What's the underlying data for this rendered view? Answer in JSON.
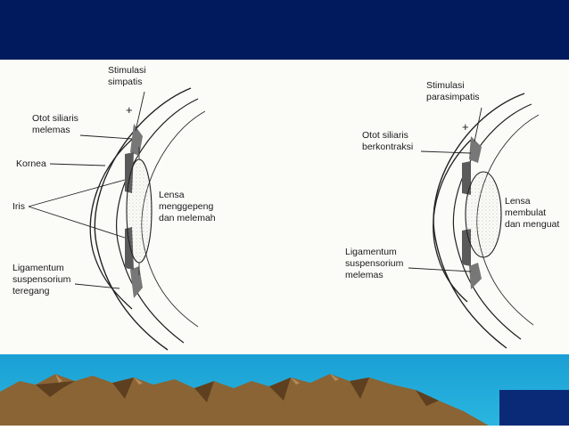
{
  "slide": {
    "header_color": "#001a5e",
    "sky_color": "#1aa8d8",
    "mountain_color": "#8a6434"
  },
  "diagram": {
    "left_eye": {
      "stimulus": [
        "Stimulasi",
        "simpatis"
      ],
      "stimulus_sign": "+",
      "ciliary_muscle": [
        "Otot siliaris",
        "melemas"
      ],
      "cornea": "Kornea",
      "iris": "Iris",
      "lens": [
        "Lensa",
        "menggepeng",
        "dan melemah"
      ],
      "ligament": [
        "Ligamentum",
        "suspensorium",
        "teregang"
      ]
    },
    "right_eye": {
      "stimulus": [
        "Stimulasi",
        "parasimpatis"
      ],
      "stimulus_sign": "+",
      "ciliary_muscle": [
        "Otot siliaris",
        "berkontraksi"
      ],
      "lens": [
        "Lensa",
        "membulat",
        "dan menguat"
      ],
      "ligament": [
        "Ligamentum",
        "suspensorium",
        "melemas"
      ]
    }
  }
}
